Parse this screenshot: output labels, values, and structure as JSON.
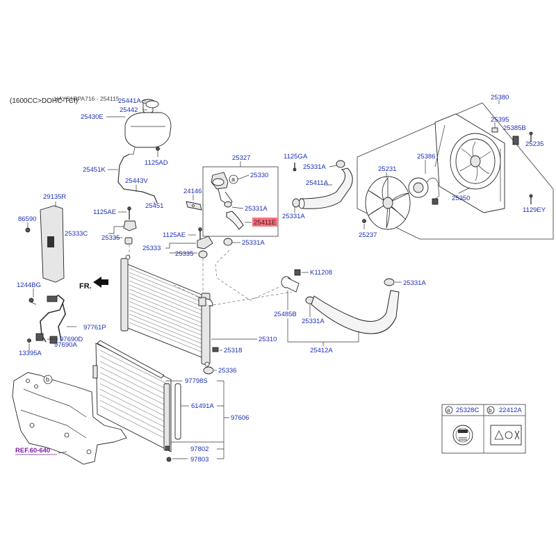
{
  "header": {
    "variant_note": "(1600CC>DOHC-TCI)",
    "overlay_note": "HAYS1RPA716 - 254115"
  },
  "labels": {
    "p25441A": "25441A",
    "p25442": "25442",
    "p25430E": "25430E",
    "p1125AD": "1125AD",
    "p25451K": "25451K",
    "p25443V": "25443V",
    "p25451": "25451",
    "p29135R": "29135R",
    "p86590": "86590",
    "p1125AE_a": "1125AE",
    "p25333C": "25333C",
    "p25335_a": "25335",
    "p1125AE_b": "1125AE",
    "p25333": "25333",
    "p25335_b": "25335",
    "p24146": "24146",
    "p25327": "25327",
    "p25330": "25330",
    "p25331A_box": "25331A",
    "p25411E": "25411E",
    "p25331A_c": "25331A",
    "p1125GA": "1125GA",
    "p25331A_d": "25331A",
    "p25411A": "25411A",
    "p25331A_e": "25331A",
    "p1244BG": "1244BG",
    "p97761P": "97761P",
    "p97690D": "97690D",
    "p97690A": "97690A",
    "p13395A": "13395A",
    "p25310": "25310",
    "p25318": "25318",
    "p25336": "25336",
    "pK11208": "K11208",
    "p25485B": "25485B",
    "p25331A_f": "25331A",
    "p25331A_g": "25331A",
    "p25412A": "25412A",
    "p97798S": "97798S",
    "p61491A": "61491A",
    "p97606": "97606",
    "p97802": "97802",
    "p97803": "97803",
    "p25380": "25380",
    "p25395": "25395",
    "p25385B": "25385B",
    "p25235": "25235",
    "p25386": "25386",
    "p25231": "25231",
    "p25350": "25350",
    "p1129EY": "1129EY",
    "p25237": "25237",
    "fr": "FR.",
    "ref": "REF.60-640",
    "callout_a": "a",
    "callout_b": "b"
  },
  "legend": {
    "items": [
      {
        "key": "a",
        "part": "25328C"
      },
      {
        "key": "b",
        "part": "22412A"
      }
    ]
  },
  "colors": {
    "label": "#1b2fb8",
    "highlight": "#ff6f7e",
    "reference": "#7a1fa2"
  }
}
